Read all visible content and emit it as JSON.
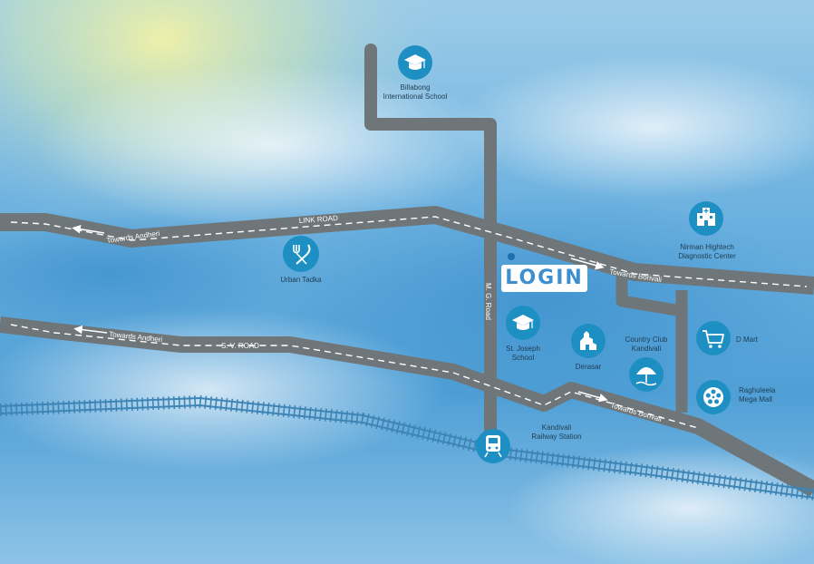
{
  "colors": {
    "road": "#6f7679",
    "rail": "#3e84b5",
    "icon_bg": "#1e8fc2",
    "brand_text": "#3e8fcf"
  },
  "roads": {
    "link_road": "LINK ROAD",
    "sv_road": "S. V. ROAD",
    "mg_road": "M. G. Road",
    "towards_andheri_top": "Towards Andheri",
    "towards_borivali_top": "Towards Borivali",
    "towards_andheri_bottom": "Towards Andheri",
    "towards_borivali_bottom": "Towards Borivali"
  },
  "brand": {
    "name": "LOGIN"
  },
  "landmarks": {
    "school_top": {
      "name": "Billabong\nInternational School",
      "icon": "graduation-cap-icon"
    },
    "restaurant": {
      "name": "Urban Tadka",
      "icon": "fork-knife-icon"
    },
    "hospital": {
      "name": "Nirman Hightech\nDiagnostic Center",
      "icon": "hospital-icon"
    },
    "school_mid": {
      "name": "St. Joseph\nSchool",
      "icon": "graduation-cap-icon"
    },
    "temple": {
      "name": "Derasar",
      "icon": "temple-icon"
    },
    "club": {
      "name": "Country Club\nKandivali",
      "icon": "beach-umbrella-icon"
    },
    "mart": {
      "name": "D Mart",
      "icon": "shopping-cart-icon"
    },
    "mall": {
      "name": "Raghuleela\nMega Mall",
      "icon": "film-reel-icon"
    },
    "station": {
      "name": "Kandivali\nRailway Station",
      "icon": "train-icon"
    }
  }
}
